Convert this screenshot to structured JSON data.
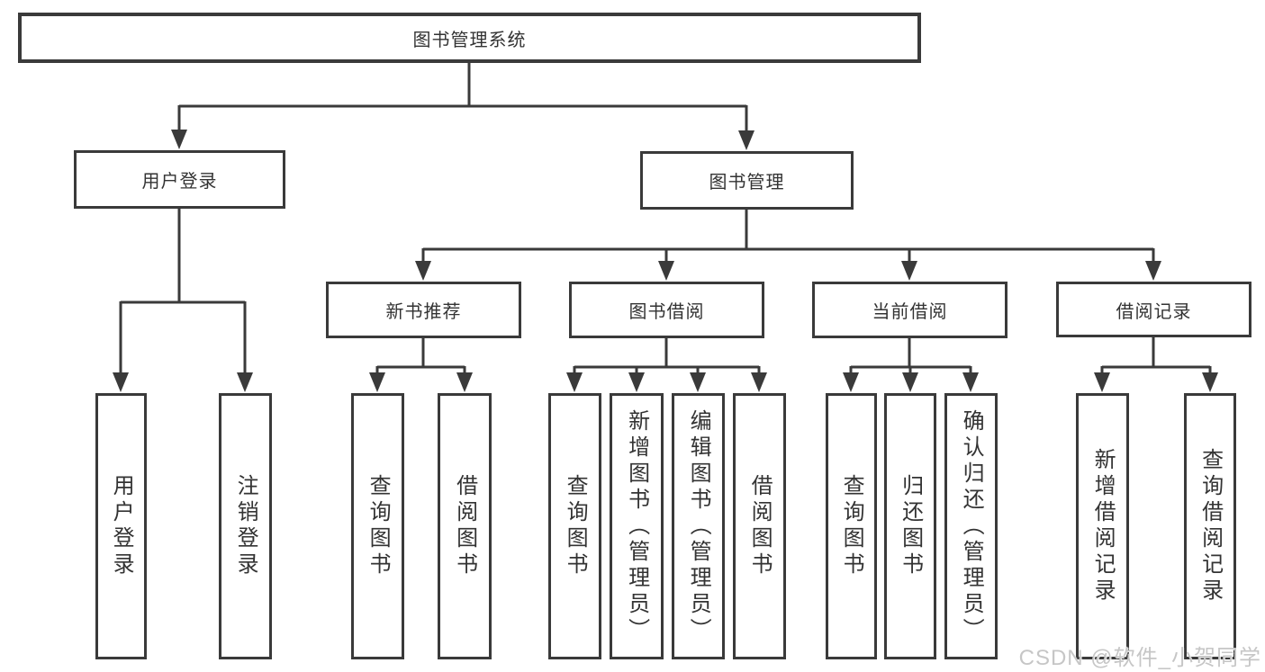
{
  "diagram": {
    "root": {
      "label": "图书管理系统"
    },
    "level2": [
      {
        "label": "用户登录"
      },
      {
        "label": "图书管理"
      }
    ],
    "level3": [
      {
        "label": "新书推荐",
        "parent": "图书管理"
      },
      {
        "label": "图书借阅",
        "parent": "图书管理"
      },
      {
        "label": "当前借阅",
        "parent": "图书管理"
      },
      {
        "label": "借阅记录",
        "parent": "图书管理"
      }
    ],
    "leaves": [
      {
        "label": "用户登录",
        "parent": "用户登录"
      },
      {
        "label": "注销登录",
        "parent": "用户登录"
      },
      {
        "label": "查询图书",
        "parent": "新书推荐"
      },
      {
        "label": "借阅图书",
        "parent": "新书推荐"
      },
      {
        "label": "查询图书",
        "parent": "图书借阅"
      },
      {
        "label": "新增图书（管理员）",
        "parent": "图书借阅"
      },
      {
        "label": "编辑图书（管理员）",
        "parent": "图书借阅"
      },
      {
        "label": "借阅图书",
        "parent": "图书借阅"
      },
      {
        "label": "查询图书",
        "parent": "当前借阅"
      },
      {
        "label": "归还图书",
        "parent": "当前借阅"
      },
      {
        "label": "确认归还（管理员）",
        "parent": "当前借阅"
      },
      {
        "label": "新增借阅记录",
        "parent": "借阅记录"
      },
      {
        "label": "查询借阅记录",
        "parent": "借阅记录"
      }
    ]
  },
  "watermark": {
    "text": "CSDN @软件_小贺同学"
  },
  "colors": {
    "line": "#3a3a3a",
    "text": "#333333",
    "watermark": "#c6c6c6",
    "background": "#ffffff"
  }
}
